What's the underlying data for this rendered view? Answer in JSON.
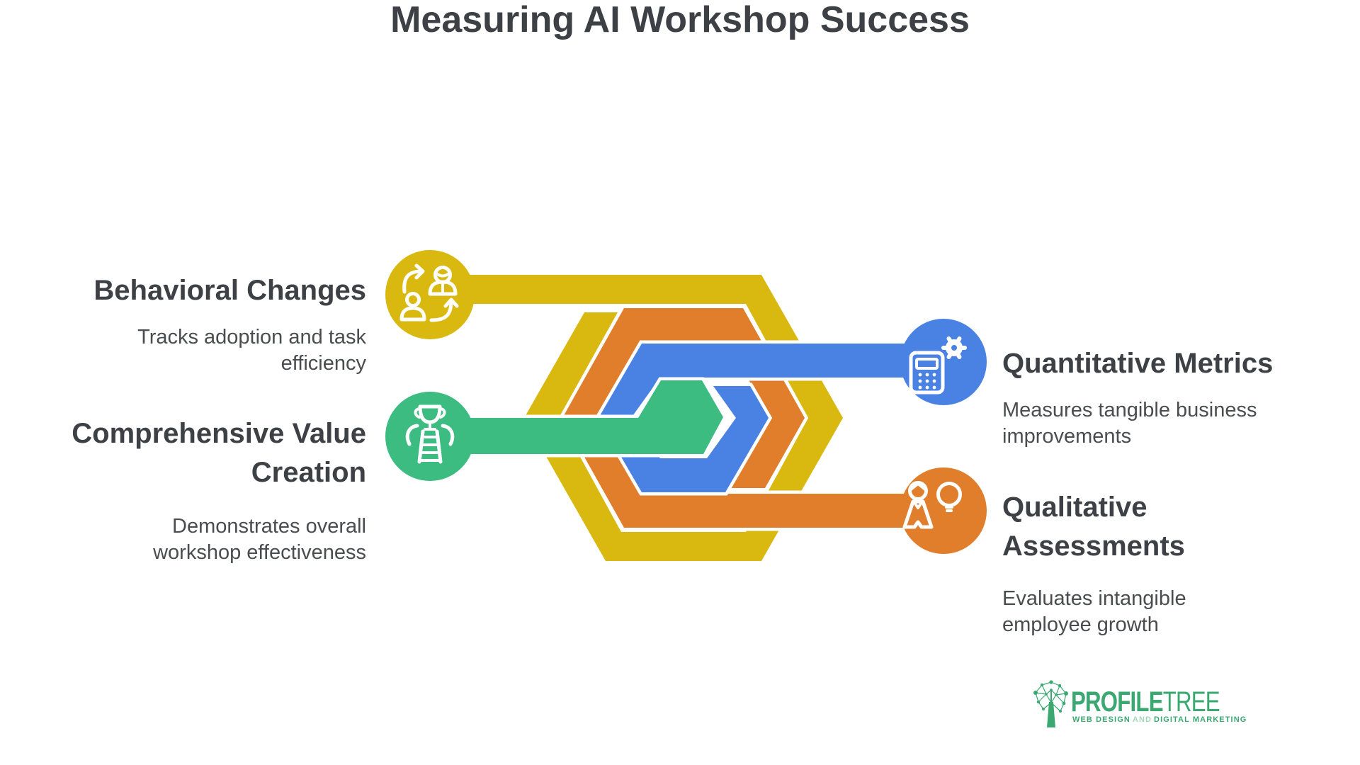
{
  "title": "Measuring AI Workshop Success",
  "items": [
    {
      "id": "behavioral-changes",
      "heading": "Behavioral Changes",
      "description": "Tracks adoption and task efficiency",
      "color": "#d9b90f",
      "icon": "people-swap-icon"
    },
    {
      "id": "comprehensive-value-creation",
      "heading": "Comprehensive Value Creation",
      "description": "Demonstrates overall workshop effectiveness",
      "color": "#3dbc82",
      "icon": "trophy-ladder-icon"
    },
    {
      "id": "quantitative-metrics",
      "heading": "Quantitative Metrics",
      "description": "Measures tangible business improvements",
      "color": "#4a82e4",
      "icon": "calculator-gear-icon"
    },
    {
      "id": "qualitative-assessments",
      "heading": "Qualitative Assessments",
      "description": "Evaluates intangible employee growth",
      "color": "#e07e2b",
      "icon": "person-idea-icon"
    }
  ],
  "colors": {
    "yellow": "#d9b90f",
    "green": "#3dbc82",
    "blue": "#4a82e4",
    "orange": "#e07e2b",
    "heading_text": "#3d4145",
    "body_text": "#4a4d4f",
    "brand_green": "#3aa870"
  },
  "logo": {
    "brand_bold": "PROFILE",
    "brand_light": "TREE",
    "tagline_1": "WEB DESIGN",
    "tagline_and": "AND",
    "tagline_2": "DIGITAL MARKETING",
    "icon": "tree-network-icon"
  }
}
